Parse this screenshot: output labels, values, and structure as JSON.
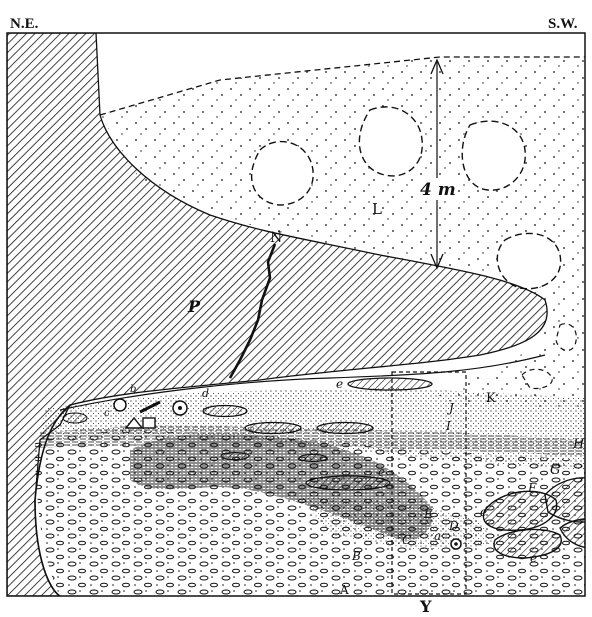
{
  "orientation": {
    "left": "N.E.",
    "right": "S.W."
  },
  "measure": "4 m",
  "section_marker": "Y",
  "labels": {
    "L": "L",
    "N": "N",
    "P": "P",
    "K": "K",
    "J": "J",
    "I": "I",
    "H": "H",
    "G": "G",
    "F": "F",
    "E": "E",
    "D": "D",
    "C": "C",
    "B": "B",
    "A": "A",
    "a": "a",
    "b": "b",
    "c": "c",
    "d": "d",
    "e": "e"
  },
  "colors": {
    "ink": "#111111",
    "paper": "#ffffff"
  }
}
